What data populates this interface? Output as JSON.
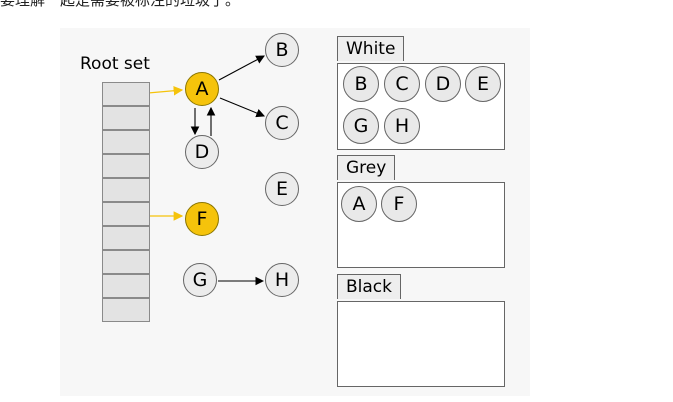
{
  "caption": "要理解一起是需要被标注的垃圾了。",
  "root_set": {
    "label": "Root set",
    "cells": 10
  },
  "colors": {
    "rooted_node": "#f5c30b",
    "root_pointer": "#f5c30b",
    "node_fill": "#ececec",
    "edge": "#000000"
  },
  "graph": {
    "nodes": [
      {
        "id": "A",
        "label": "A",
        "rooted": true
      },
      {
        "id": "B",
        "label": "B",
        "rooted": false
      },
      {
        "id": "C",
        "label": "C",
        "rooted": false
      },
      {
        "id": "D",
        "label": "D",
        "rooted": false
      },
      {
        "id": "E",
        "label": "E",
        "rooted": false
      },
      {
        "id": "F",
        "label": "F",
        "rooted": true
      },
      {
        "id": "G",
        "label": "G",
        "rooted": false
      },
      {
        "id": "H",
        "label": "H",
        "rooted": false
      }
    ],
    "edges": [
      {
        "from": "A",
        "to": "B"
      },
      {
        "from": "A",
        "to": "C"
      },
      {
        "from": "A",
        "to": "D"
      },
      {
        "from": "D",
        "to": "A"
      },
      {
        "from": "G",
        "to": "H"
      }
    ],
    "root_edges": [
      {
        "from_cell": 0,
        "to": "A"
      },
      {
        "from_cell": 5,
        "to": "F"
      }
    ]
  },
  "sets": {
    "white": {
      "title": "White",
      "members": [
        "B",
        "C",
        "D",
        "E",
        "G",
        "H"
      ]
    },
    "grey": {
      "title": "Grey",
      "members": [
        "A",
        "F"
      ]
    },
    "black": {
      "title": "Black",
      "members": []
    }
  }
}
